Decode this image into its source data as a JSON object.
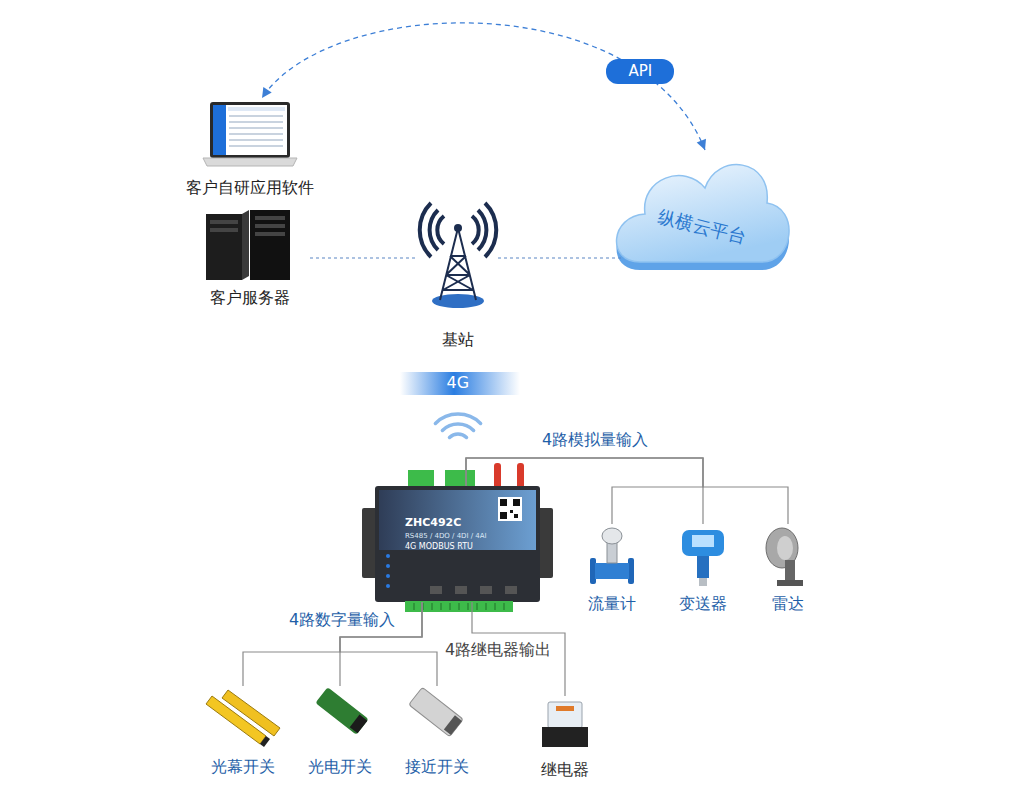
{
  "diagram": {
    "nodes": [
      {
        "text": [
          "客户自研应用软件"
        ]
      },
      {
        "text": [
          "纵横云平台"
        ]
      },
      {
        "text": [
          "客户服务器"
        ]
      },
      {
        "text": [
          "基站"
        ]
      },
      {
        "text": [
          "ZHC492C",
          "RS485 / 4DO / 4DI / 4AI",
          "4G MODBUS RTU"
        ]
      },
      {
        "text": [
          "流量计"
        ]
      },
      {
        "text": [
          "变送器"
        ]
      },
      {
        "text": [
          "雷达"
        ]
      },
      {
        "text": [
          "光幕开关"
        ]
      },
      {
        "text": [
          "光电开关"
        ]
      },
      {
        "text": [
          "接近开关"
        ]
      },
      {
        "text": [
          "继电器"
        ]
      }
    ],
    "edges": [
      {
        "from": 1,
        "to": 0,
        "arrow": "both",
        "label": "API"
      },
      {
        "from": 2,
        "to": 3,
        "arrow": "none"
      },
      {
        "from": 3,
        "to": 1,
        "arrow": "none"
      },
      {
        "from": 4,
        "to": 5,
        "arrow": "none"
      },
      {
        "from": 4,
        "to": 6,
        "arrow": "none"
      },
      {
        "from": 4,
        "to": 7,
        "arrow": "none"
      },
      {
        "from": 4,
        "to": 8,
        "arrow": "none"
      },
      {
        "from": 4,
        "to": 9,
        "arrow": "none"
      },
      {
        "from": 4,
        "to": 10,
        "arrow": "none"
      },
      {
        "from": 4,
        "to": 11,
        "arrow": "none"
      }
    ],
    "labels": [
      "4G",
      "4路模拟量输入",
      "4路数字量输入",
      "4路继电器输出"
    ]
  }
}
